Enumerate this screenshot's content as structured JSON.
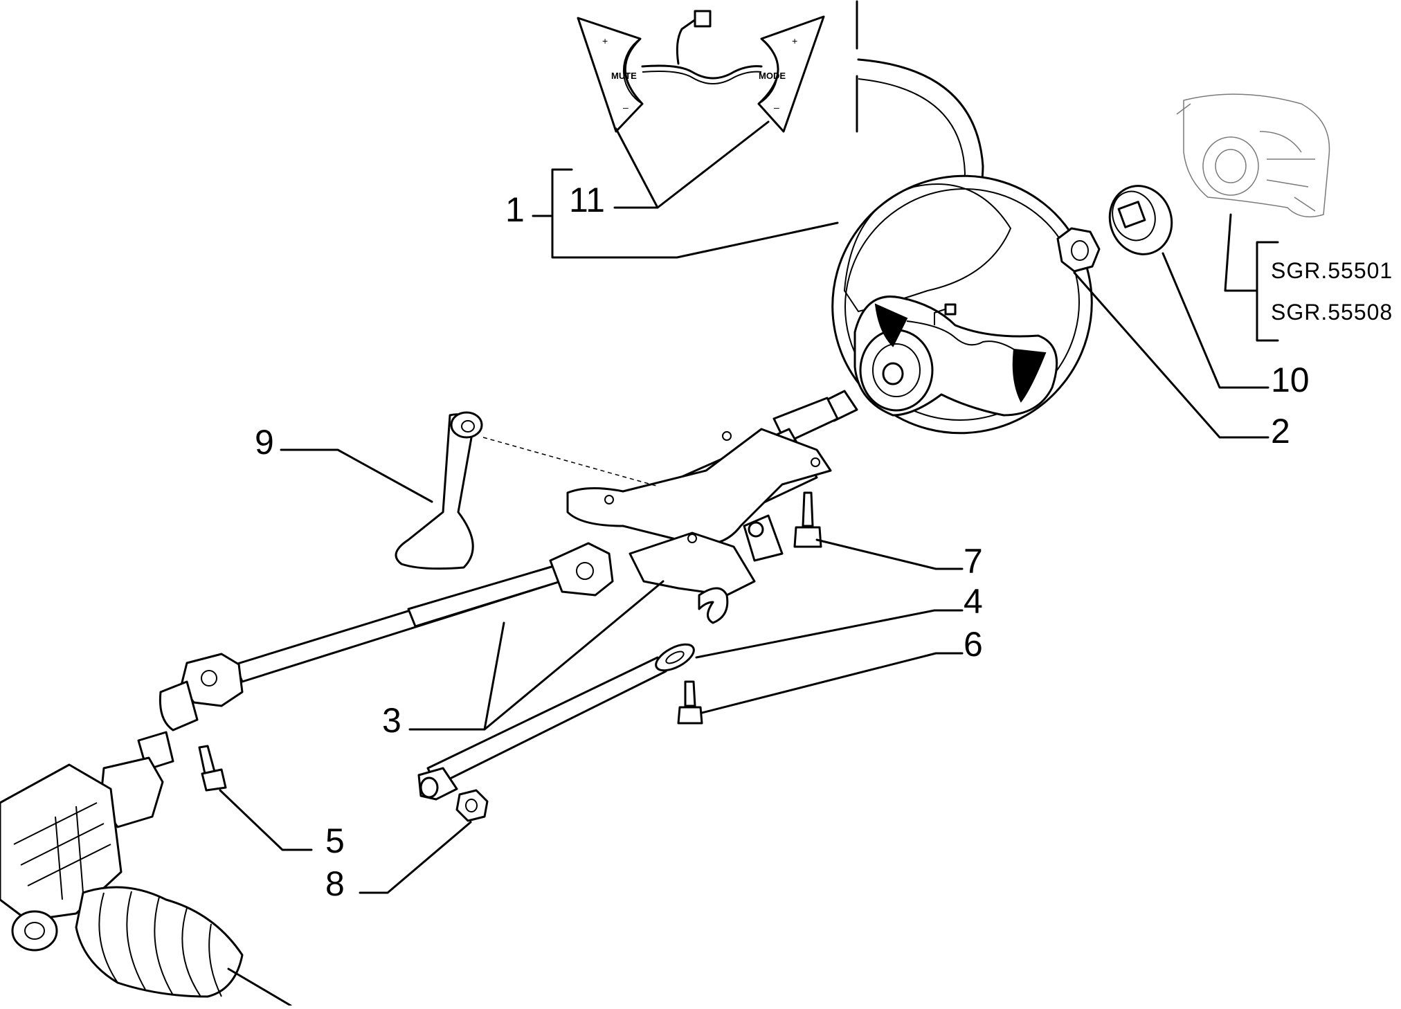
{
  "callouts": {
    "c1": "1",
    "c2": "2",
    "c3": "3",
    "c4": "4",
    "c5": "5",
    "c6": "6",
    "c7": "7",
    "c8": "8",
    "c9": "9",
    "c10": "10",
    "c11": "11"
  },
  "references": [
    "SGR.55501",
    "SGR.55508"
  ],
  "controls": {
    "left_button": "MUTE",
    "right_button": "MODE",
    "plus": "+",
    "minus": "–"
  }
}
